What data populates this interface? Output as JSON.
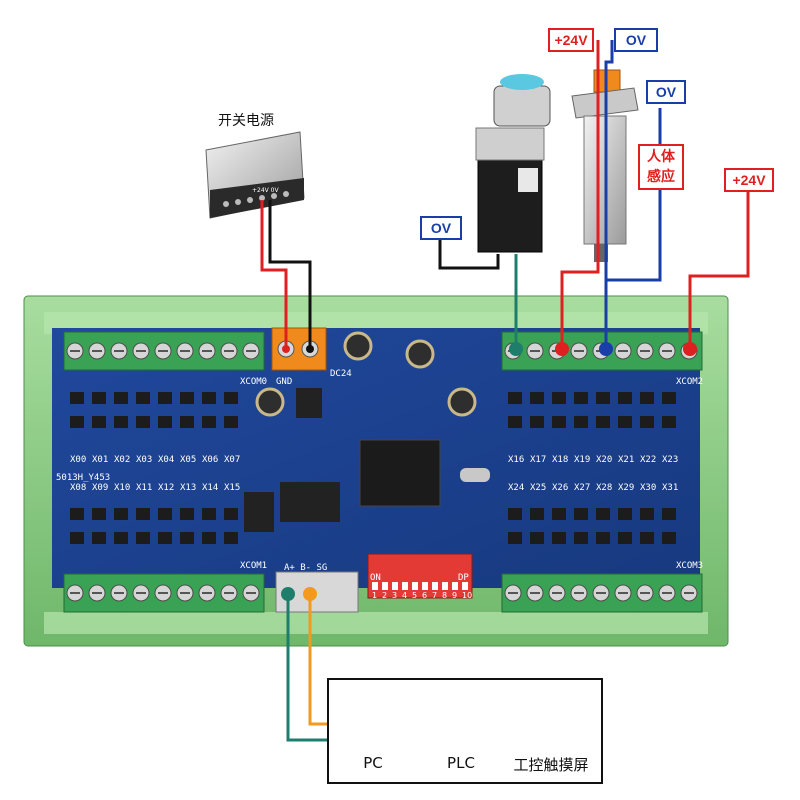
{
  "power_supply": {
    "label": "开关电源",
    "terminal_text": "+24V 0V"
  },
  "wire_labels": {
    "plus24v_top": "+24V",
    "ov_top": "OV",
    "ov_right": "OV",
    "ov_left": "OV",
    "plus24v_right": "+24V",
    "sensor": "人体\n感应"
  },
  "board": {
    "model_text": "5013H_Y453",
    "top_left_inputs": [
      "X00",
      "X01",
      "X02",
      "X03",
      "X04",
      "X05",
      "X06",
      "X07"
    ],
    "mid_left_inputs": [
      "X08",
      "X09",
      "X10",
      "X11",
      "X12",
      "X13",
      "X14",
      "X15"
    ],
    "top_right_outputs": [
      "X16",
      "X17",
      "X18",
      "X19",
      "X20",
      "X21",
      "X22",
      "X23"
    ],
    "mid_right_outputs": [
      "X24",
      "X25",
      "X26",
      "X27",
      "X28",
      "X29",
      "X30",
      "X31"
    ],
    "xcom_labels": {
      "xcom0": "XCOM0",
      "xcom1": "XCOM1",
      "xcom2": "XCOM2",
      "xcom3": "XCOM3"
    },
    "gnd": "GND",
    "dc24": "DC24",
    "rs485_terminals": "A+ B- SG",
    "dip": {
      "on": "ON",
      "dp": "DP",
      "numbers": [
        "1",
        "2",
        "3",
        "4",
        "5",
        "6",
        "7",
        "8",
        "9",
        "10"
      ]
    }
  },
  "devices": [
    {
      "label": "PC"
    },
    {
      "label": "PLC"
    },
    {
      "label": "工控触摸屏"
    }
  ],
  "colors": {
    "wire_red": "#e02020",
    "wire_black": "#111111",
    "wire_blue": "#1a3ea8",
    "wire_teal": "#1e7e6b",
    "wire_orange": "#f39a1e",
    "board_blue": "#1d3f8f",
    "terminal_green": "#3aa255",
    "din_rail": "#8fcf88"
  }
}
